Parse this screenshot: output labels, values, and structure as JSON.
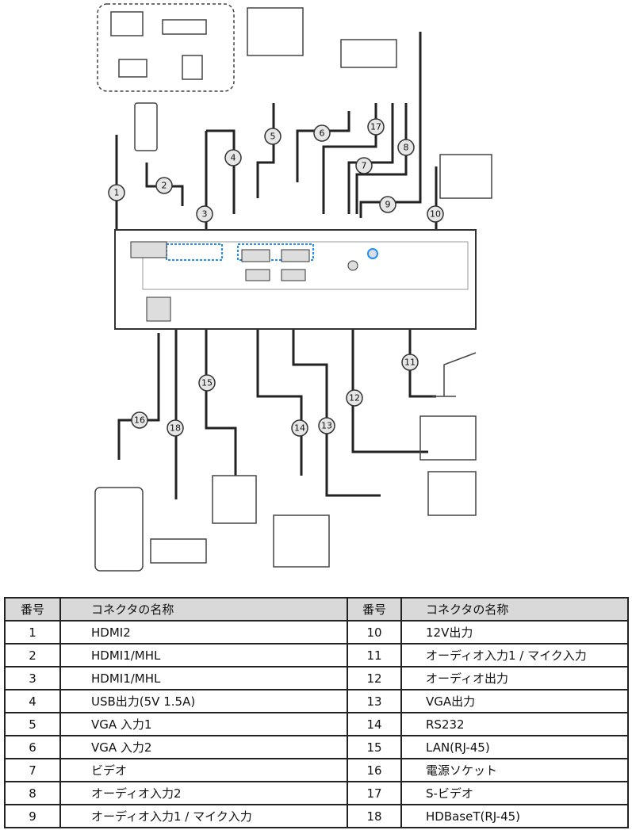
{
  "diagram": {
    "callouts": [
      "1",
      "2",
      "3",
      "4",
      "5",
      "6",
      "7",
      "8",
      "9",
      "10",
      "11",
      "12",
      "13",
      "14",
      "15",
      "16",
      "17",
      "18"
    ],
    "cable_color": "#222222",
    "highlight_color": "#1e90ff"
  },
  "table": {
    "headers": {
      "number": "番号",
      "name": "コネクタの名称"
    },
    "left": [
      {
        "number": "1",
        "name": "HDMI2"
      },
      {
        "number": "2",
        "name": "HDMI1/MHL"
      },
      {
        "number": "3",
        "name": "HDMI1/MHL"
      },
      {
        "number": "4",
        "name": "USB出力(5V 1.5A)"
      },
      {
        "number": "5",
        "name": "VGA 入力1"
      },
      {
        "number": "6",
        "name": "VGA 入力2"
      },
      {
        "number": "7",
        "name": "ビデオ"
      },
      {
        "number": "8",
        "name": "オーディオ入力2"
      },
      {
        "number": "9",
        "name": "オーディオ入力1 / マイク入力"
      }
    ],
    "right": [
      {
        "number": "10",
        "name": "12V出力"
      },
      {
        "number": "11",
        "name": "オーディオ入力1 / マイク入力"
      },
      {
        "number": "12",
        "name": "オーディオ出力"
      },
      {
        "number": "13",
        "name": "VGA出力"
      },
      {
        "number": "14",
        "name": "RS232"
      },
      {
        "number": "15",
        "name": "LAN(RJ-45)"
      },
      {
        "number": "16",
        "name": "電源ソケット"
      },
      {
        "number": "17",
        "name": "S-ビデオ"
      },
      {
        "number": "18",
        "name": "HDBaseT(RJ-45)"
      }
    ]
  }
}
